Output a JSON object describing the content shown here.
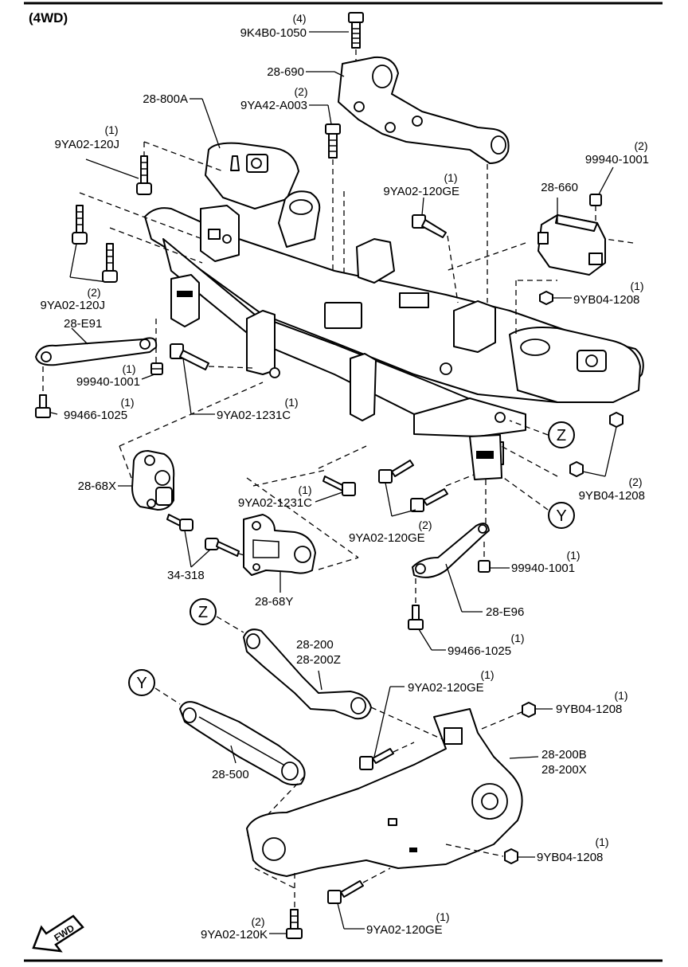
{
  "header": {
    "variant": "(4WD)"
  },
  "fwd_label": "FWD",
  "callouts": {
    "z": "Z",
    "y": "Y"
  },
  "parts": {
    "bolt_9k4b0_1050": {
      "qty": "(4)",
      "code": "9K4B0-1050"
    },
    "bracket_28_690": {
      "code": "28-690"
    },
    "crossmember_28_800a": {
      "code": "28-800A"
    },
    "bolt_9ya42_a003": {
      "qty": "(2)",
      "code": "9YA42-A003"
    },
    "bolt_9ya02_120j_top": {
      "qty": "(1)",
      "code": "9YA02-120J"
    },
    "nut_99940_1001_top": {
      "qty": "(2)",
      "code": "99940-1001"
    },
    "mount_28_660": {
      "code": "28-660"
    },
    "bolt_9ya02_120ge_top": {
      "qty": "(1)",
      "code": "9YA02-120GE"
    },
    "nut_9yb04_1208_top": {
      "qty": "(1)",
      "code": "9YB04-1208"
    },
    "bolt_9ya02_120j_left": {
      "qty": "(2)",
      "code": "9YA02-120J"
    },
    "link_28_e91": {
      "code": "28-E91"
    },
    "nut_99940_1001_left": {
      "qty": "(1)",
      "code": "99940-1001"
    },
    "bolt_99466_1025_left": {
      "qty": "(1)",
      "code": "99466-1025"
    },
    "bolt_9ya02_1231c_upper": {
      "qty": "(1)",
      "code": "9YA02-1231C"
    },
    "mount_28_68x": {
      "code": "28-68X"
    },
    "bolt_9ya02_1231c_lower": {
      "qty": "(1)",
      "code": "9YA02-1231C"
    },
    "bolt_9ya02_120ge_mid": {
      "qty": "(2)",
      "code": "9YA02-120GE"
    },
    "nut_9yb04_1208_right": {
      "qty": "(2)",
      "code": "9YB04-1208"
    },
    "bolt_34_318": {
      "code": "34-318"
    },
    "bracket_28_68y": {
      "code": "28-68Y"
    },
    "nut_99940_1001_right": {
      "qty": "(1)",
      "code": "99940-1001"
    },
    "link_28_e96": {
      "code": "28-E96"
    },
    "bolt_99466_1025_right": {
      "qty": "(1)",
      "code": "99466-1025"
    },
    "arm_28_200": {
      "code": "28-200",
      "code_alt": "28-200Z"
    },
    "bolt_9ya02_120ge_lowerarm": {
      "qty": "(1)",
      "code": "9YA02-120GE"
    },
    "nut_9yb04_1208_lowerarm": {
      "qty": "(1)",
      "code": "9YB04-1208"
    },
    "knuckle_28_200b": {
      "code": "28-200B",
      "code_alt": "28-200X"
    },
    "arm_28_500": {
      "code": "28-500"
    },
    "nut_9yb04_1208_bottom": {
      "qty": "(1)",
      "code": "9YB04-1208"
    },
    "bolt_9ya02_120k": {
      "qty": "(2)",
      "code": "9YA02-120K"
    },
    "bolt_9ya02_120ge_bottom": {
      "qty": "(1)",
      "code": "9YA02-120GE"
    }
  }
}
